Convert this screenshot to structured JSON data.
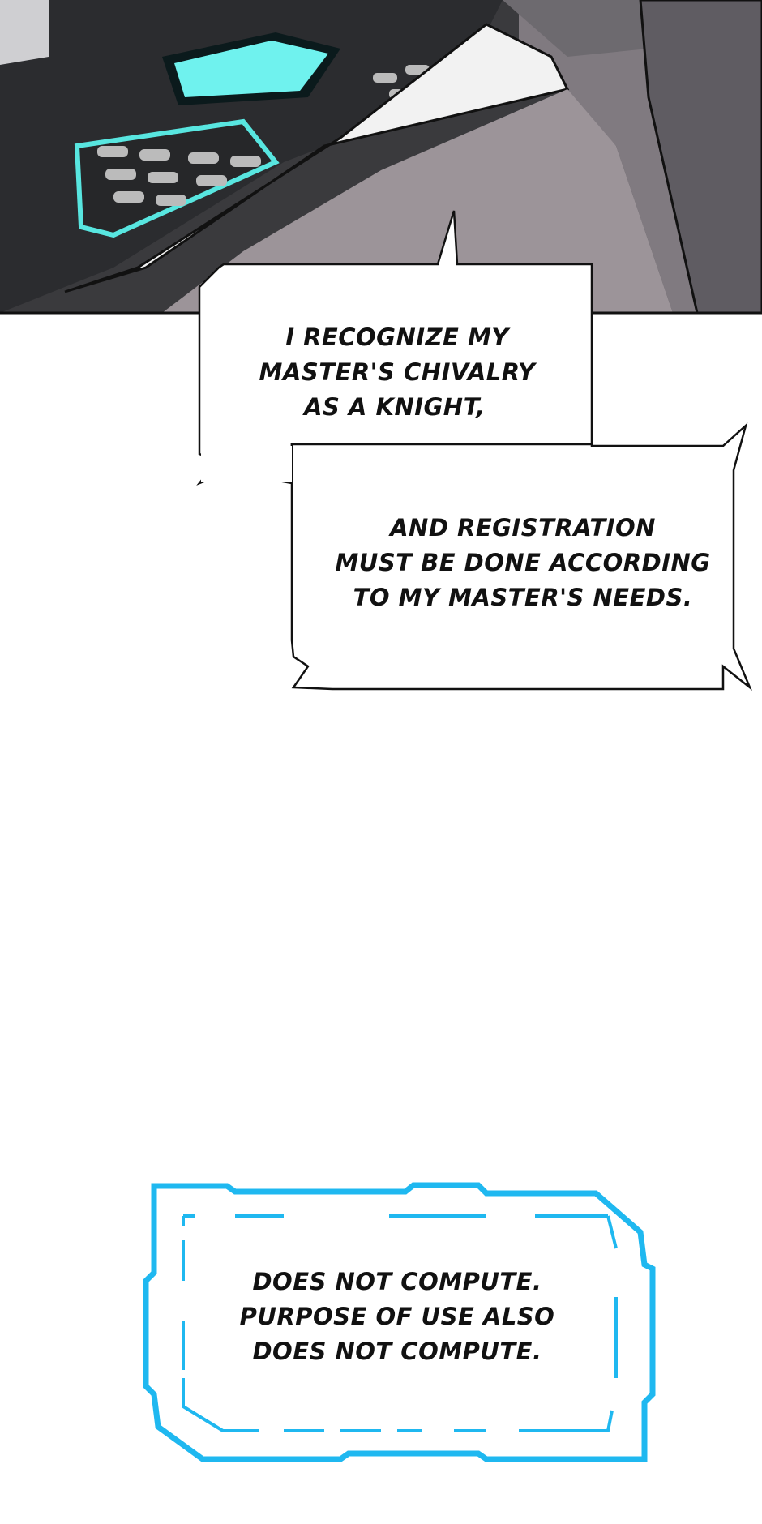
{
  "bubble_1": {
    "lines": [
      "I RECOGNIZE MY",
      "MASTER'S CHIVALRY",
      "AS A KNIGHT,"
    ]
  },
  "bubble_2": {
    "lines": [
      "AND REGISTRATION",
      "MUST BE DONE ACCORDING",
      "TO MY MASTER'S NEEDS."
    ]
  },
  "system_box": {
    "lines": [
      "DOES NOT COMPUTE.",
      "PURPOSE OF USE ALSO",
      "DOES NOT COMPUTE."
    ],
    "accent": "#1fb8f0"
  }
}
